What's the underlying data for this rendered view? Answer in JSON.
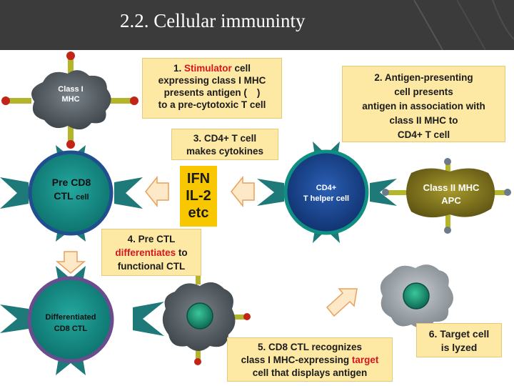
{
  "slide": {
    "title": "2.2. Cellular immuninty"
  },
  "cells": {
    "stimulator": {
      "label_line1": "Class I",
      "label_line2": "MHC"
    },
    "pre_ctl": {
      "label_line1": "Pre CD8",
      "label_line2": "CTL",
      "label_suffix": "cell"
    },
    "helper": {
      "label_line1": "CD4+",
      "label_line2": "T helper cell"
    },
    "apc": {
      "label_line1": "Class II MHC",
      "label_line2": "APC"
    },
    "differentiated": {
      "label_line1": "Differentiated",
      "label_line2": "CD8 CTL"
    }
  },
  "cytokines": {
    "line1": "IFN",
    "line2": "IL-2",
    "line3": "etc"
  },
  "steps": {
    "step1": {
      "prefix": "1.",
      "highlight": "Stimulator",
      "line1_rest": "cell",
      "line2": "expressing class I MHC",
      "line3": "presents antigen (",
      "line3_end": ")",
      "line4": "to a pre-cytotoxic T cell"
    },
    "step2": {
      "line1": "2. Antigen-presenting",
      "line2": "cell presents",
      "line3": "antigen in association with",
      "line4": "class II MHC to",
      "line5": "CD4+ T cell"
    },
    "step3": {
      "line1": "3. CD4+ T cell",
      "line2": "makes cytokines"
    },
    "step4": {
      "line1": "4. Pre CTL",
      "highlight": "differentiates",
      "line2_rest": "to",
      "line3": "functional CTL"
    },
    "step5": {
      "line1": "5. CD8 CTL recognizes",
      "line2": "class I MHC-expressing",
      "highlight": "target",
      "line3": "cell that displays antigen"
    },
    "step6": {
      "line1": "6. Target cell",
      "line2": "is lyzed"
    }
  },
  "colors": {
    "stimulator_cell": "#4a5157",
    "ctl_cell": "#0f7a74",
    "ctl_cell_border": "#1f4f8f",
    "differentiated_border": "#6a4c8f",
    "helper_cell": "#123f8a",
    "helper_border": "#0f8f82",
    "apc_cell": "#7a6f1a",
    "receptor": "#1d7a78",
    "mhc_stalk": "#b5b52c",
    "antigen": "#c22418",
    "cytokine_box": "#f8c700",
    "step_box": "#fde8a4",
    "highlight_text": "#d4161f",
    "arrow_fill": "#fde8c8",
    "arrow_stroke": "#e8a05a"
  }
}
